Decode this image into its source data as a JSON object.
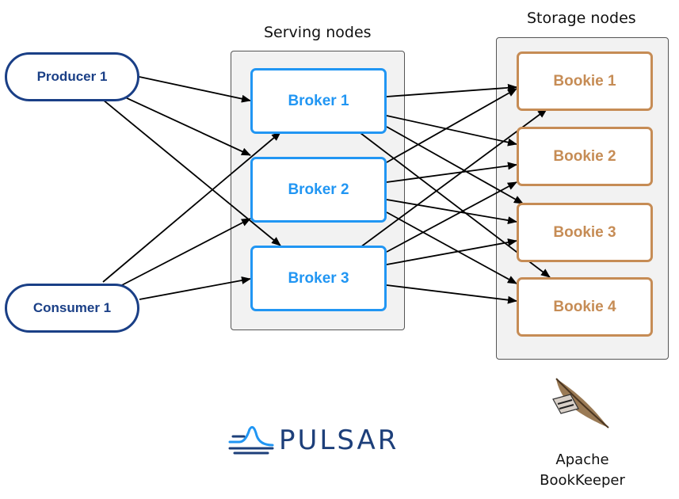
{
  "groups": {
    "serving_title": "Serving nodes",
    "storage_title": "Storage nodes"
  },
  "clients": {
    "producer": "Producer 1",
    "consumer": "Consumer 1"
  },
  "brokers": [
    "Broker 1",
    "Broker 2",
    "Broker 3"
  ],
  "bookies": [
    "Bookie 1",
    "Bookie 2",
    "Bookie 3",
    "Bookie 4"
  ],
  "logos": {
    "pulsar_text": "PULSAR",
    "pulsar_color": "#1d3f7a",
    "bookkeeper_line1": "Apache",
    "bookkeeper_line2": "BookKeeper"
  },
  "colors": {
    "client": "#1a3f86",
    "broker": "#2196f3",
    "bookie": "#c68c55",
    "edge": "#000000"
  },
  "edges": [
    {
      "from": "Producer 1",
      "to": "Broker 1"
    },
    {
      "from": "Producer 1",
      "to": "Broker 2"
    },
    {
      "from": "Producer 1",
      "to": "Broker 3"
    },
    {
      "from": "Consumer 1",
      "to": "Broker 1"
    },
    {
      "from": "Consumer 1",
      "to": "Broker 2"
    },
    {
      "from": "Consumer 1",
      "to": "Broker 3"
    },
    {
      "from": "Broker 1",
      "to": "Bookie 1"
    },
    {
      "from": "Broker 1",
      "to": "Bookie 2"
    },
    {
      "from": "Broker 1",
      "to": "Bookie 3"
    },
    {
      "from": "Broker 1",
      "to": "Bookie 4"
    },
    {
      "from": "Broker 2",
      "to": "Bookie 1"
    },
    {
      "from": "Broker 2",
      "to": "Bookie 2"
    },
    {
      "from": "Broker 2",
      "to": "Bookie 3"
    },
    {
      "from": "Broker 2",
      "to": "Bookie 4"
    },
    {
      "from": "Broker 3",
      "to": "Bookie 1"
    },
    {
      "from": "Broker 3",
      "to": "Bookie 2"
    },
    {
      "from": "Broker 3",
      "to": "Bookie 3"
    },
    {
      "from": "Broker 3",
      "to": "Bookie 4"
    }
  ]
}
